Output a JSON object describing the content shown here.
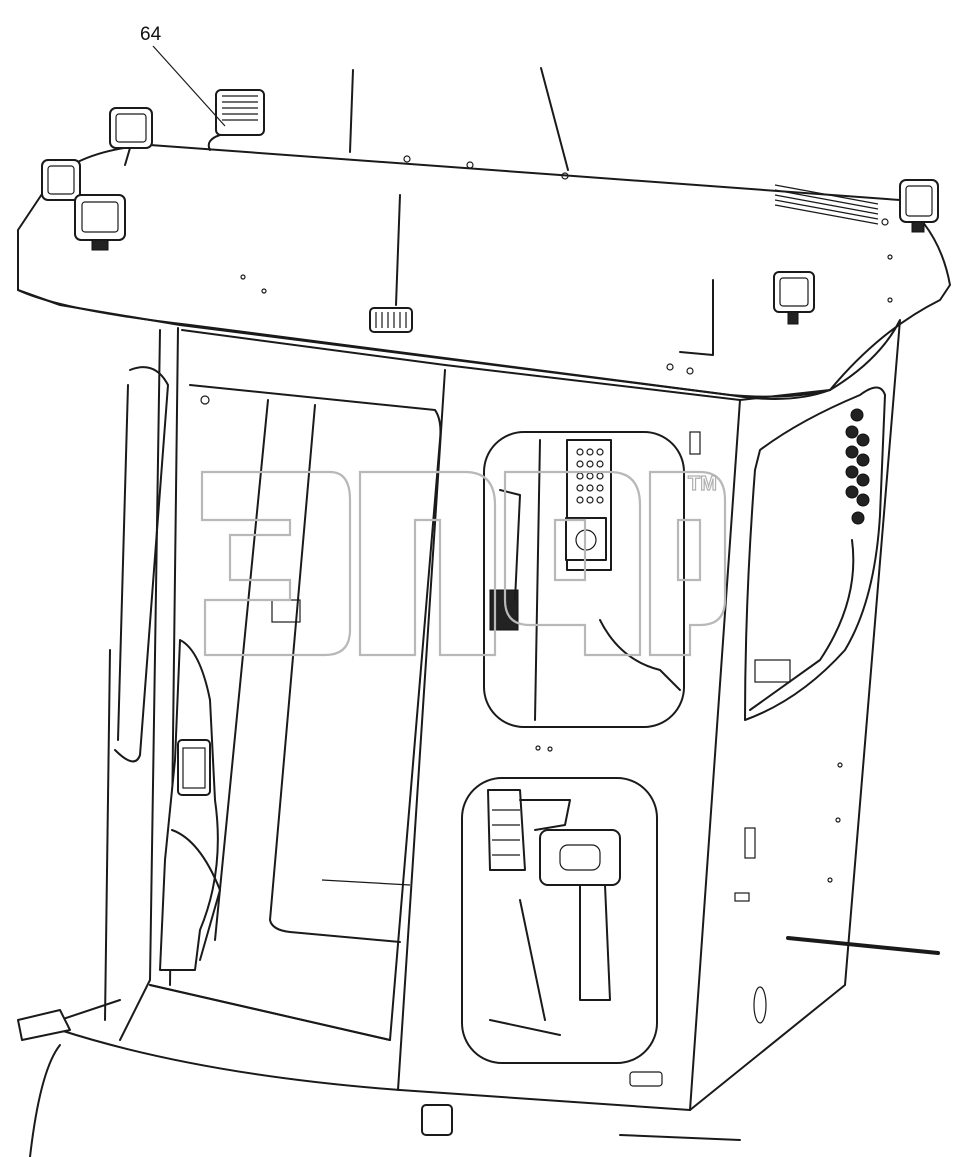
{
  "callouts": [
    {
      "id": "callout-64",
      "text": "64"
    }
  ],
  "watermark": {
    "trademark": "TM"
  },
  "colors": {
    "line": "#1a1a1a",
    "background": "#ffffff",
    "watermark": "#b8b8b8"
  }
}
